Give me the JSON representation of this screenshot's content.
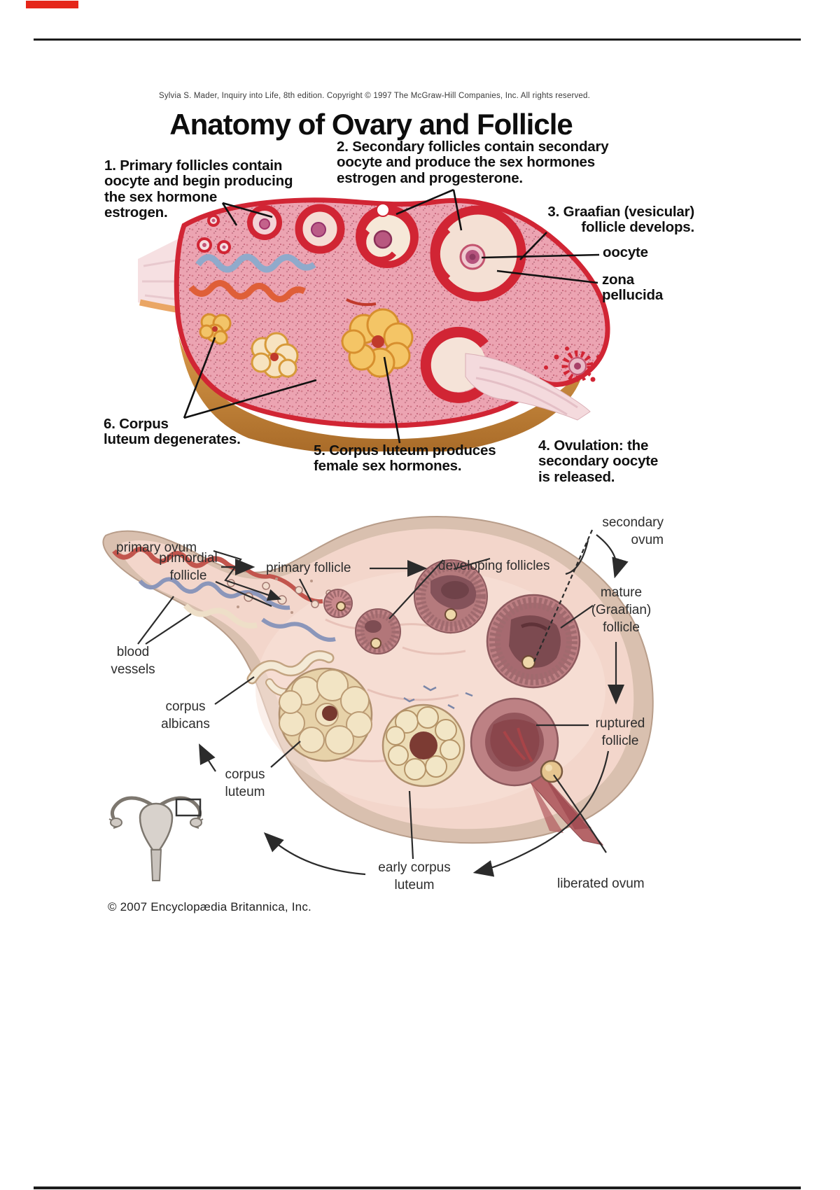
{
  "page": {
    "attribution": "Sylvia S. Mader, Inquiry into Life, 8th edition. Copyright © 1997 The McGraw-Hill Companies, Inc. All rights reserved.",
    "title": "Anatomy of Ovary and Follicle",
    "copyright": "© 2007 Encyclopædia Britannica, Inc."
  },
  "colors": {
    "marker_red": "#e52619",
    "rule_black": "#1c1c1c",
    "ovary1_pink": "#eca4b2",
    "follicle_red": "#d12534",
    "corpus_yellow": "#f4c566",
    "rim_orange": "#c8853c",
    "ovary2_rim": "#d9c0af",
    "ovary2_fill": "#f3d6cb",
    "follicle_mauve": "#c08386",
    "corpus_cream": "#eeddba",
    "pointer_line": "#2b2b2b"
  },
  "diagram1": {
    "label1": "1. Primary follicles contain\noocyte and begin producing\nthe sex hormone\nestrogen.",
    "label2": "2. Secondary follicles contain secondary\noocyte and produce the sex hormones\nestrogen and progesterone.",
    "label3": "3. Graafian (vesicular)\nfollicle develops.",
    "oocyte": "oocyte",
    "zona": "zona\npellucida",
    "label4": "4. Ovulation: the\nsecondary oocyte\nis released.",
    "label5": "5. Corpus luteum produces\nfemale sex hormones.",
    "label6": "6. Corpus\nluteum degenerates."
  },
  "diagram2": {
    "primary_ovum": "primary ovum",
    "primary_follicle": "primary follicle",
    "developing_follicles": "developing follicles",
    "secondary_ovum": "secondary\novum",
    "primordial_follicle": "primordial\nfollicle",
    "blood_vessels": "blood\nvessels",
    "corpus_albicans": "corpus\nalbicans",
    "corpus_luteum": "corpus\nluteum",
    "mature_follicle": "mature\n(Graafian)\nfollicle",
    "ruptured_follicle": "ruptured\nfollicle",
    "early_corpus_luteum": "early corpus\nluteum",
    "liberated_ovum": "liberated ovum"
  }
}
